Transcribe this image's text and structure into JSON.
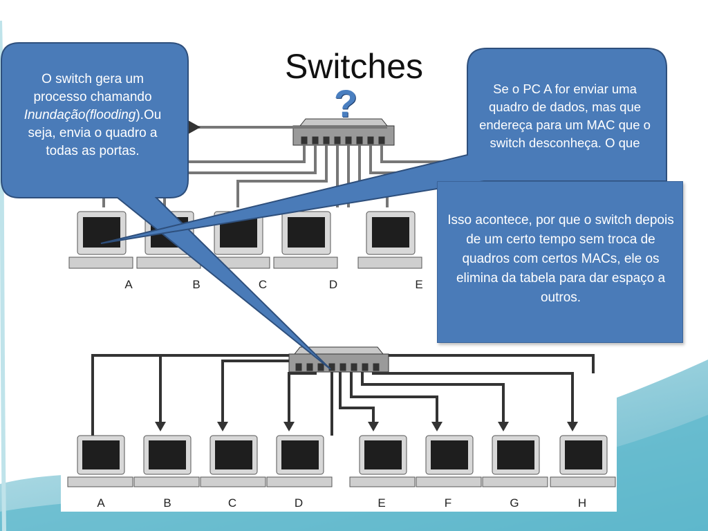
{
  "slide": {
    "title": "Switches",
    "question_mark": "?"
  },
  "callouts": {
    "left": {
      "line1": "O switch gera um",
      "line2": "processo chamando",
      "term": "Inundação(flooding",
      "after_term": ").Ou",
      "line4": "seja, envia o quadro a",
      "line5": "todas as portas."
    },
    "right": {
      "text": "Se o PC A for enviar uma quadro de dados, mas que endereça para um MAC que o switch desconheça. O que"
    },
    "answer": {
      "text": "Isso acontece, por que o switch depois de um certo tempo sem troca de quadros com certos MACs, ele os elimina da tabela para dar espaço a outros."
    }
  },
  "diagram_top": {
    "pc_labels": [
      "A",
      "B",
      "C",
      "D",
      "E"
    ]
  },
  "diagram_bottom": {
    "pc_labels": [
      "A",
      "B",
      "C",
      "D",
      "E",
      "F",
      "G",
      "H"
    ]
  },
  "colors": {
    "callout_fill": "#4a7bb8",
    "callout_border": "#2e4f7c",
    "background_wave": "#4fb0c6"
  }
}
